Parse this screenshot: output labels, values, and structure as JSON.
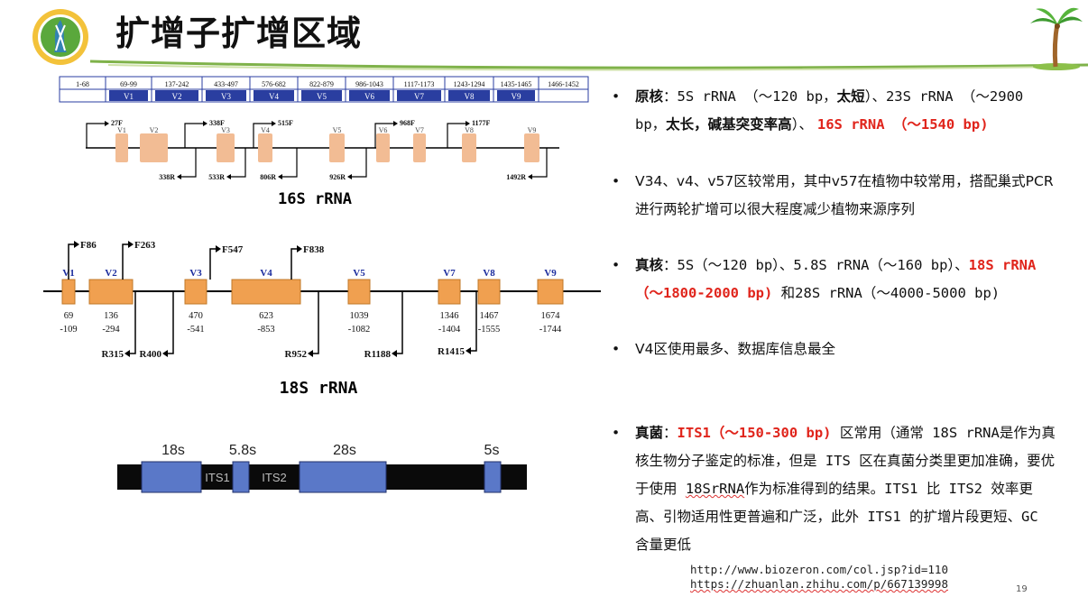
{
  "header": {
    "title": "扩增子扩增区域"
  },
  "colors": {
    "accent_green": "#7fb24a",
    "exon_orange": "#f0a050",
    "exon_peach": "#f2bc94",
    "v_label_blue": "#1c2d9e",
    "highlight_red": "#e0241b",
    "its_blue": "#5a78c8"
  },
  "region_table": {
    "ranges": [
      "1-68",
      "69-99",
      "137-242",
      "433-497",
      "576-682",
      "822-879",
      "986-1043",
      "1117-1173",
      "1243-1294",
      "1435-1465",
      "1466-1452"
    ],
    "v_labels": [
      "V1",
      "V2",
      "V3",
      "V4",
      "V5",
      "V6",
      "V7",
      "V8",
      "V9"
    ]
  },
  "diagram_16s": {
    "title": "16S rRNA",
    "regions": [
      "V1",
      "V2",
      "V3",
      "V4",
      "V5",
      "V6",
      "V7",
      "V8",
      "V9"
    ],
    "forward_primers": [
      "27F",
      "338F",
      "515F",
      "968F",
      "1177F"
    ],
    "reverse_primers": [
      "338R",
      "533R",
      "806R",
      "926R",
      "1492R"
    ]
  },
  "diagram_18s": {
    "title": "18S rRNA",
    "regions": [
      "V1",
      "V2",
      "V3",
      "V4",
      "V5",
      "V7",
      "V8",
      "V9"
    ],
    "positions": [
      {
        "start": "69",
        "end": "-109"
      },
      {
        "start": "136",
        "end": "-294"
      },
      {
        "start": "470",
        "end": "-541"
      },
      {
        "start": "623",
        "end": "-853"
      },
      {
        "start": "1039",
        "end": "-1082"
      },
      {
        "start": "1346",
        "end": "-1404"
      },
      {
        "start": "1467",
        "end": "-1555"
      },
      {
        "start": "1674",
        "end": "-1744"
      }
    ],
    "forward_primers": [
      "F86",
      "F263",
      "F547",
      "F838"
    ],
    "reverse_primers": [
      "R315",
      "R400",
      "R952",
      "R1188",
      "R1415"
    ]
  },
  "diagram_its": {
    "top_labels": [
      "18s",
      "5.8s",
      "28s",
      "5s"
    ],
    "spacer_labels": [
      "ITS1",
      "ITS2"
    ]
  },
  "bullets": {
    "b1": {
      "marker": "•",
      "t1": "原核",
      "t2": "：5S rRNA （～120 bp，",
      "t3": "太短",
      "t4": "）、23S rRNA （～2900 bp，",
      "t5": "太长，碱基突变率高",
      "t6": "）、",
      "t7": "16S rRNA （～1540 bp)"
    },
    "b2": {
      "marker": "•",
      "text": "V34、v4、v57区较常用，其中v57在植物中较常用，搭配巢式PCR进行两轮扩增可以很大程度减少植物来源序列"
    },
    "b3": {
      "marker": "•",
      "t1": "真核",
      "t2": "：5S（～120 bp）、5.8S rRNA（～160 bp）、",
      "t3": "18S rRNA（～1800-2000 bp)",
      "t4": " 和28S rRNA（～4000-5000 bp)"
    },
    "b4": {
      "marker": "•",
      "text": "V4区使用最多、数据库信息最全"
    },
    "b5": {
      "marker": "•",
      "t1": "真菌",
      "t2": "：",
      "t3": "ITS1（～150-300 bp)",
      "t4": " 区常用（通常 18S rRNA是作为真核生物分子鉴定的标准，但是 ITS 区在真菌分类里更加准确，要优于使用 ",
      "t5": "18SrRNA",
      "t6": "作为标准得到的结果。ITS1 比 ITS2 效率更高、引物适用性更普遍和广泛，此外 ITS1 的扩增片段更短、GC 含量更低"
    }
  },
  "footer": {
    "url1": "http://www.biozeron.com/col.jsp?id=110",
    "url2": "https://zhuanlan.zhihu.com/p/667139998",
    "page_number": "19"
  }
}
